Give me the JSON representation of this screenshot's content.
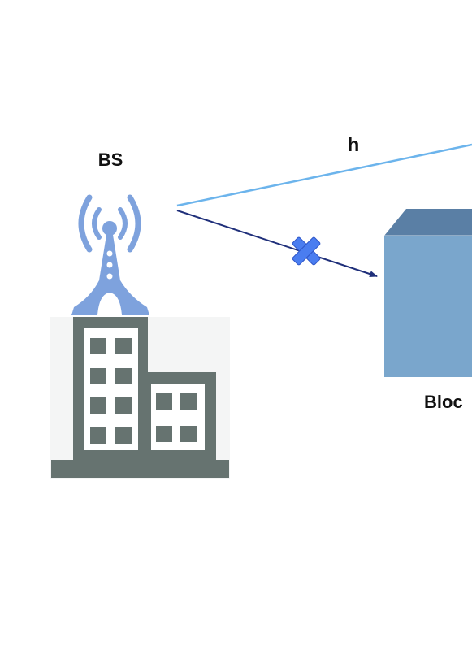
{
  "labels": {
    "bs": "BS",
    "channel": "h",
    "blocker": "Bloc"
  },
  "colors": {
    "los_link": "#6cb4ec",
    "blocked_link": "#1f2f7a",
    "block_mark": "#4a7df0",
    "antenna": "#7ea2dd",
    "building": "#667370",
    "window": "#ffffff",
    "blocker_front": "#7aa6cc",
    "blocker_top": "#5a7fa5"
  },
  "icons": {
    "tower": "antenna-tower-icon",
    "building": "building-icon",
    "block": "x-mark-icon",
    "blocker": "cube-icon"
  }
}
